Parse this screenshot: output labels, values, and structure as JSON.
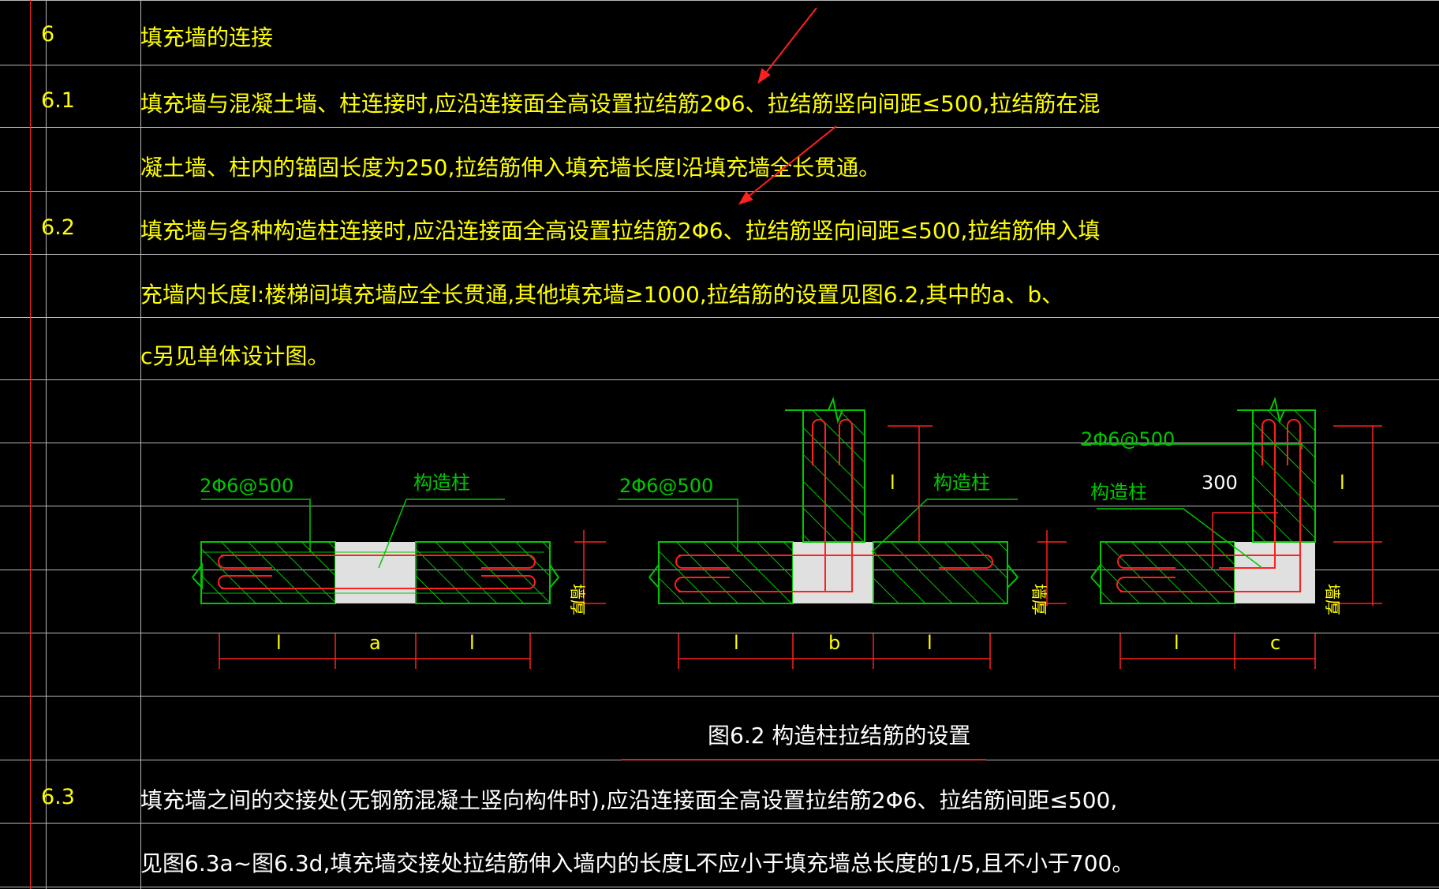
{
  "section": {
    "number": "6",
    "title": "填充墙的连接"
  },
  "items": [
    {
      "number": "6.1",
      "lines": [
        "填充墙与混凝土墙、柱连接时,应沿连接面全高设置拉结筋2Φ6、拉结筋竖向间距≤500,拉结筋在混",
        "凝土墙、柱内的锚固长度为250,拉结筋伸入填充墙长度l沿填充墙全长贯通。"
      ]
    },
    {
      "number": "6.2",
      "lines": [
        "填充墙与各种构造柱连接时,应沿连接面全高设置拉结筋2Φ6、拉结筋竖向间距≤500,拉结筋伸入填",
        "充墙内长度l:楼梯间填充墙应全长贯通,其他填充墙≥1000,拉结筋的设置见图6.2,其中的a、b、",
        "c另见单体设计图。"
      ]
    },
    {
      "number": "6.3",
      "lines": [
        "填充墙之间的交接处(无钢筋混凝土竖向构件时),应沿连接面全高设置拉结筋2Φ6、拉结筋间距≤500,",
        "见图6.3a~图6.3d,填充墙交接处拉结筋伸入墙内的长度L不应小于填充墙总长度的1/5,且不小于700。"
      ]
    }
  ],
  "figure": {
    "caption": "图6.2  构造柱拉结筋的设置",
    "rebar_label": "2Φ6@500",
    "column_label": "构造柱",
    "wall_label": "墙厚",
    "dim_l": "l",
    "dim_a": "a",
    "dim_b": "b",
    "dim_c": "c",
    "dim_300": "300"
  },
  "colors": {
    "text": "#ffff00",
    "caption": "#ffffff",
    "hatch": "#00c800",
    "rebar": "#ff2020",
    "column_fill": "#e0e0e0",
    "grid": "#b8b8b8",
    "margin_line": "#ff2020",
    "arrow": "#ff2020"
  }
}
